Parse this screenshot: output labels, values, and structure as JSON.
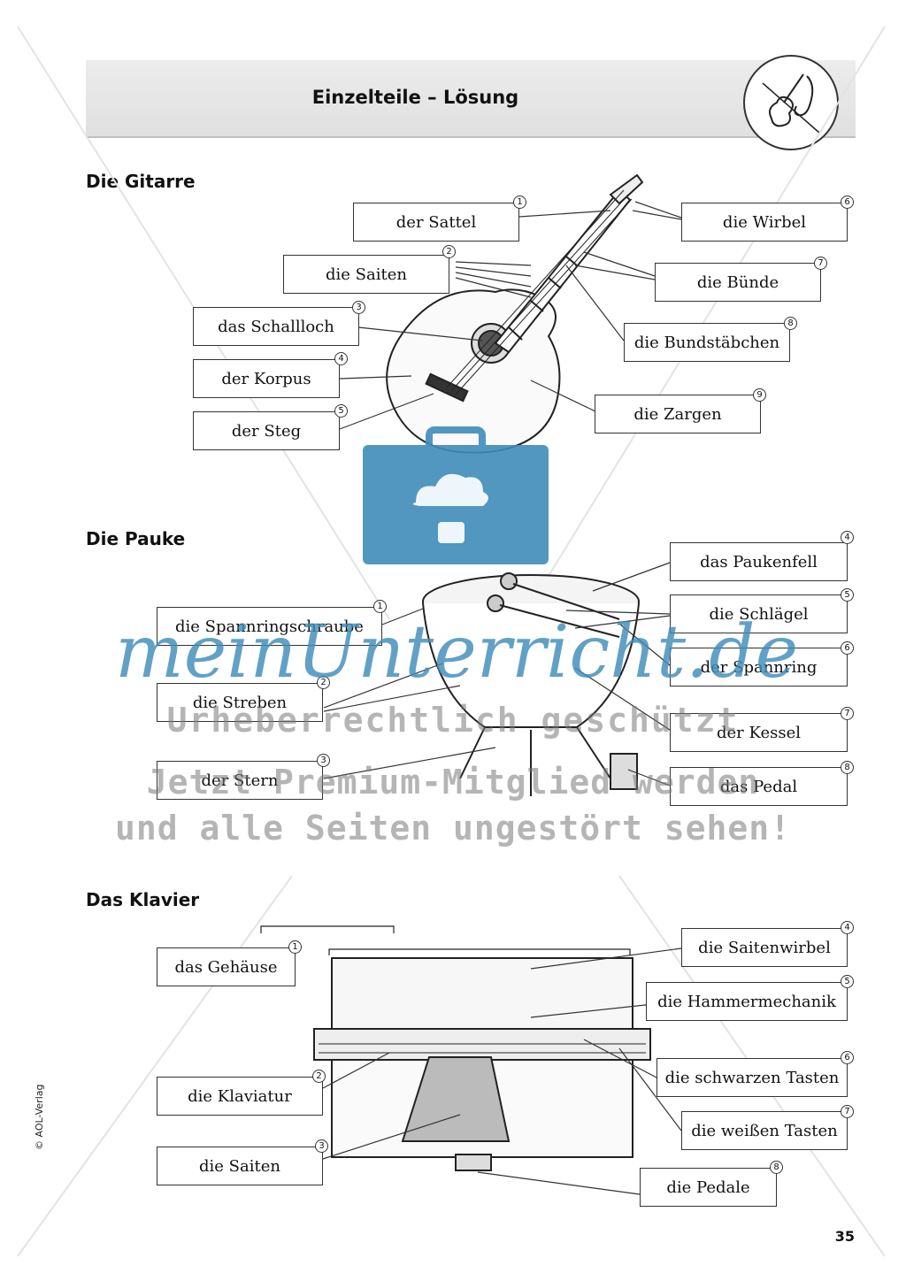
{
  "header": {
    "title": "Einzelteile – Lösung"
  },
  "sections": {
    "gitarre": {
      "title": "Die Gitarre",
      "labels": [
        {
          "n": "1",
          "text": "der Sattel"
        },
        {
          "n": "2",
          "text": "die Saiten"
        },
        {
          "n": "3",
          "text": "das Schallloch"
        },
        {
          "n": "4",
          "text": "der Korpus"
        },
        {
          "n": "5",
          "text": "der Steg"
        },
        {
          "n": "6",
          "text": "die Wirbel"
        },
        {
          "n": "7",
          "text": "die Bünde"
        },
        {
          "n": "8",
          "text": "die Bundstäbchen"
        },
        {
          "n": "9",
          "text": "die Zargen"
        }
      ]
    },
    "pauke": {
      "title": "Die Pauke",
      "labels": [
        {
          "n": "1",
          "text": "die Spannringschraube"
        },
        {
          "n": "2",
          "text": "die Streben"
        },
        {
          "n": "3",
          "text": "der Stern"
        },
        {
          "n": "4",
          "text": "das Paukenfell"
        },
        {
          "n": "5",
          "text": "die Schlägel"
        },
        {
          "n": "6",
          "text": "der Spannring"
        },
        {
          "n": "7",
          "text": "der Kessel"
        },
        {
          "n": "8",
          "text": "das Pedal"
        }
      ]
    },
    "klavier": {
      "title": "Das Klavier",
      "labels": [
        {
          "n": "1",
          "text": "das Gehäuse"
        },
        {
          "n": "2",
          "text": "die Klaviatur"
        },
        {
          "n": "3",
          "text": "die Saiten"
        },
        {
          "n": "4",
          "text": "die Saitenwirbel"
        },
        {
          "n": "5",
          "text": "die Hammermechanik"
        },
        {
          "n": "6",
          "text": "die schwarzen Tasten"
        },
        {
          "n": "7",
          "text": "die weißen Tasten"
        },
        {
          "n": "8",
          "text": "die Pedale"
        }
      ]
    }
  },
  "watermark": {
    "logo": "meinUnterricht.de",
    "line1": "Urheberrechtlich geschützt",
    "line2": "Jetzt Premium-Mitglied werden",
    "line3": "und alle Seiten ungestört sehen!"
  },
  "footer": {
    "copyright": "© AOL-Verlag",
    "page": "35"
  },
  "colors": {
    "watermark_blue": "#3f8cb9",
    "text": "#111111"
  }
}
